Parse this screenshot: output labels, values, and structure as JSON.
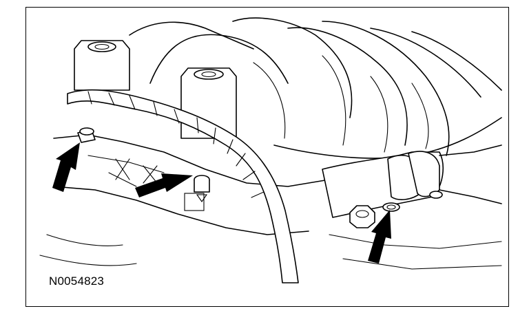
{
  "figure": {
    "id_label": "N0054823"
  },
  "colors": {
    "line": "#000000",
    "background": "#ffffff"
  },
  "callouts": [
    {
      "name": "arrow-left-bolt"
    },
    {
      "name": "arrow-center-bolt"
    },
    {
      "name": "arrow-right-bolt"
    }
  ]
}
